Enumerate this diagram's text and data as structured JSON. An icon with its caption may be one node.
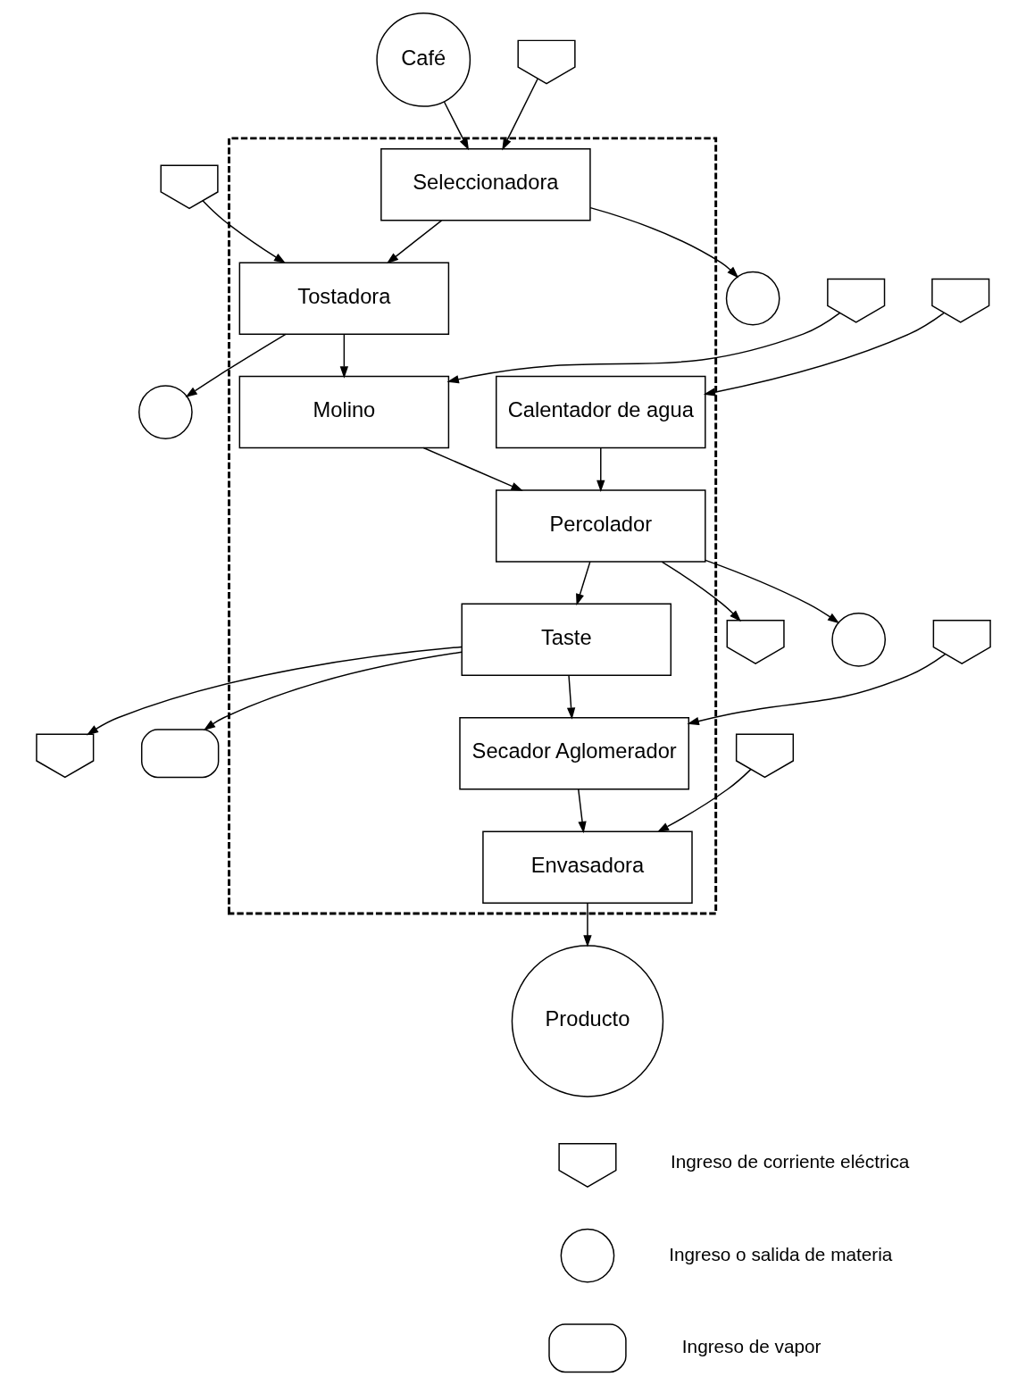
{
  "diagram": {
    "nodes": [
      {
        "text": [
          "Café"
        ]
      },
      {
        "text": [],
        "shape": "pentagon"
      },
      {
        "text": [],
        "shape": "box"
      },
      {
        "text": [
          "Seleccionadora"
        ],
        "in": 2
      },
      {
        "text": [],
        "shape": "circle"
      },
      {
        "text": [],
        "shape": "pentagon"
      },
      {
        "text": [
          "Tostadora"
        ],
        "in": 2
      },
      {
        "text": [],
        "shape": "circle"
      },
      {
        "text": [],
        "shape": "pentagon"
      },
      {
        "text": [
          "Molino"
        ],
        "in": 2
      },
      {
        "text": [],
        "shape": "pentagon"
      },
      {
        "text": [],
        "shape": "pentagon"
      },
      {
        "text": [],
        "shape": "circle"
      },
      {
        "text": [
          "Percolador"
        ],
        "in": 2
      },
      {
        "text": [
          "Calentador de agua"
        ],
        "in": 2
      },
      {
        "text": [],
        "shape": "pentagon"
      },
      {
        "text": [
          "Taste"
        ],
        "in": 2
      },
      {
        "text": [],
        "shape": "box"
      },
      {
        "text": [],
        "shape": "pentagon"
      },
      {
        "text": [
          "Secador Aglomerador"
        ],
        "in": 2
      },
      {
        "text": [],
        "shape": "pentagon"
      },
      {
        "text": [
          "Envasadora"
        ],
        "in": 2
      },
      {
        "text": [
          "Producto"
        ]
      },
      {
        "text": [],
        "shape": "pentagon"
      },
      {
        "text": [],
        "shape": "circle"
      },
      {
        "text": [],
        "shape": "box"
      }
    ],
    "edges": [
      {
        "from": 0,
        "to": 3,
        "arrow": "to"
      },
      {
        "from": 1,
        "to": 3,
        "arrow": "to"
      },
      {
        "from": 3,
        "to": 4,
        "arrow": "to"
      },
      {
        "from": 3,
        "to": 6,
        "arrow": "to"
      },
      {
        "from": 5,
        "to": 6,
        "arrow": "to"
      },
      {
        "from": 6,
        "to": 7,
        "arrow": "to"
      },
      {
        "from": 6,
        "to": 9,
        "arrow": "to"
      },
      {
        "from": 8,
        "to": 9,
        "arrow": "to"
      },
      {
        "from": 9,
        "to": 13,
        "arrow": "to"
      },
      {
        "from": 13,
        "to": 10,
        "arrow": "to"
      },
      {
        "from": 13,
        "to": 12,
        "arrow": "to"
      },
      {
        "from": 14,
        "to": 13,
        "arrow": "to"
      },
      {
        "from": 11,
        "to": 14,
        "arrow": "to"
      },
      {
        "from": 13,
        "to": 16,
        "arrow": "to"
      },
      {
        "from": 16,
        "to": 15,
        "arrow": "to"
      },
      {
        "from": 16,
        "to": 17,
        "arrow": "to"
      },
      {
        "from": 16,
        "to": 19,
        "arrow": "to"
      },
      {
        "from": 18,
        "to": 19,
        "arrow": "to"
      },
      {
        "from": 19,
        "to": 21,
        "arrow": "to"
      },
      {
        "from": 20,
        "to": 21,
        "arrow": "to"
      },
      {
        "from": 21,
        "to": 22,
        "arrow": "to"
      }
    ],
    "legend": [
      {
        "text": "Ingreso de corriente eléctrica"
      },
      {
        "text": "Ingreso o salida de materia"
      },
      {
        "text": "Ingreso de vapor"
      }
    ]
  }
}
